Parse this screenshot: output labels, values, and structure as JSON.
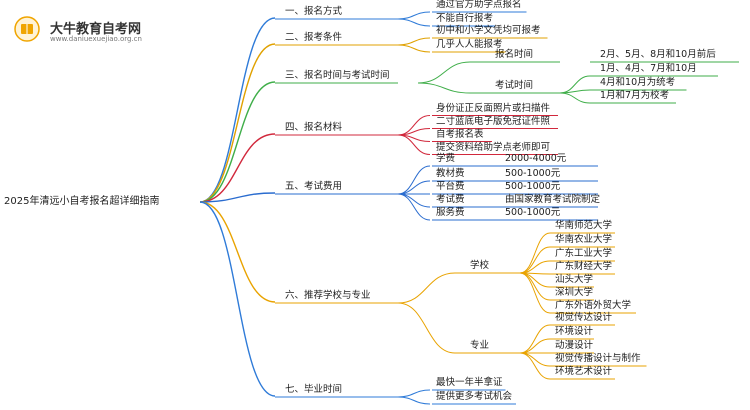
{
  "brand": {
    "name": "大牛教育自考网",
    "url": "www.daniuexuejiao.org.cn"
  },
  "root": "2025年清远小自考报名超详细指南",
  "colors": {
    "b1": "#2f7bd8",
    "b2": "#e0a100",
    "b3": "#3fae49",
    "b4": "#d1283c",
    "b5": "#2a6ccf",
    "b6": "#e9a300",
    "b7": "#2f7bd8"
  },
  "branches": [
    {
      "label": "一、报名方式",
      "items": [
        "通过官方助学点报名",
        "不能自行报考"
      ]
    },
    {
      "label": "二、报考条件",
      "items": [
        "初中和小学文凭均可报考",
        "几乎人人能报考"
      ]
    },
    {
      "label": "三、报名时间与考试时间",
      "sub": [
        {
          "label": "报名时间",
          "items": [
            "2月、5月、8月和10月前后"
          ]
        },
        {
          "label": "考试时间",
          "items": [
            "1月、4月、7月和10月",
            "4月和10月为统考",
            "1月和7月为校考"
          ]
        }
      ]
    },
    {
      "label": "四、报名材料",
      "items": [
        "身份证正反面照片或扫描件",
        "二寸蓝底电子版免冠证件照",
        "自考报名表",
        "提交资料给助学点老师即可"
      ]
    },
    {
      "label": "五、考试费用",
      "rows": [
        {
          "k": "学费",
          "v": "2000-4000元"
        },
        {
          "k": "教材费",
          "v": "500-1000元"
        },
        {
          "k": "平台费",
          "v": "500-1000元"
        },
        {
          "k": "考试费",
          "v": "由国家教育考试院制定"
        },
        {
          "k": "服务费",
          "v": "500-1000元"
        }
      ]
    },
    {
      "label": "六、推荐学校与专业",
      "sub": [
        {
          "label": "学校",
          "items": [
            "华南师范大学",
            "华南农业大学",
            "广东工业大学",
            "广东财经大学",
            "汕头大学",
            "深圳大学",
            "广东外语外贸大学"
          ]
        },
        {
          "label": "专业",
          "items": [
            "视觉传达设计",
            "环境设计",
            "动漫设计",
            "视觉传播设计与制作",
            "环境艺术设计"
          ]
        }
      ]
    },
    {
      "label": "七、毕业时间",
      "items": [
        "最快一年半拿证",
        "提供更多考试机会"
      ]
    }
  ]
}
